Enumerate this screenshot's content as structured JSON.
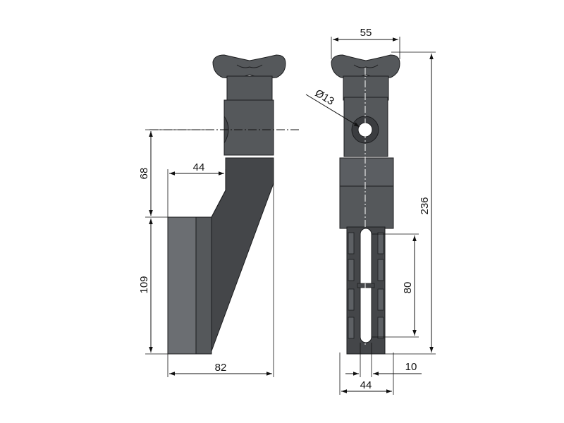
{
  "dimensions": {
    "side_view": {
      "height_upper": "68",
      "height_lower": "109",
      "jaw_width": "44",
      "overall_width": "82"
    },
    "front_view": {
      "knob_width": "55",
      "bore_diameter": "Ø13",
      "overall_height": "236",
      "slot_length": "80",
      "slot_offset": "10",
      "base_width": "44"
    }
  }
}
